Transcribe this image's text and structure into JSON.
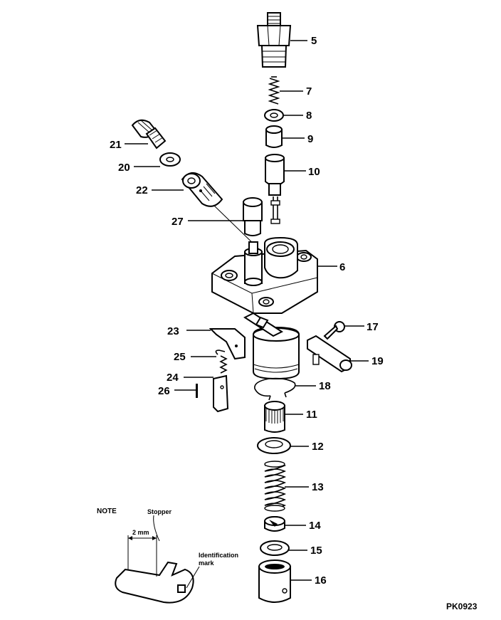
{
  "title": "PK0923",
  "note": {
    "heading": "NOTE",
    "stopper_label": "Stopper",
    "dimension_label": "2 mm",
    "identification_label": "Identification",
    "identification_label_2": "mark"
  },
  "parts": [
    {
      "id": "5",
      "label": "5"
    },
    {
      "id": "7",
      "label": "7"
    },
    {
      "id": "8",
      "label": "8"
    },
    {
      "id": "9",
      "label": "9"
    },
    {
      "id": "10",
      "label": "10"
    },
    {
      "id": "6",
      "label": "6"
    },
    {
      "id": "21",
      "label": "21"
    },
    {
      "id": "20",
      "label": "20"
    },
    {
      "id": "22",
      "label": "22"
    },
    {
      "id": "27",
      "label": "27"
    },
    {
      "id": "17",
      "label": "17"
    },
    {
      "id": "19",
      "label": "19"
    },
    {
      "id": "23",
      "label": "23"
    },
    {
      "id": "25",
      "label": "25"
    },
    {
      "id": "24",
      "label": "24"
    },
    {
      "id": "26",
      "label": "26"
    },
    {
      "id": "18",
      "label": "18"
    },
    {
      "id": "11",
      "label": "11"
    },
    {
      "id": "12",
      "label": "12"
    },
    {
      "id": "13",
      "label": "13"
    },
    {
      "id": "14",
      "label": "14"
    },
    {
      "id": "15",
      "label": "15"
    },
    {
      "id": "16",
      "label": "16"
    }
  ]
}
